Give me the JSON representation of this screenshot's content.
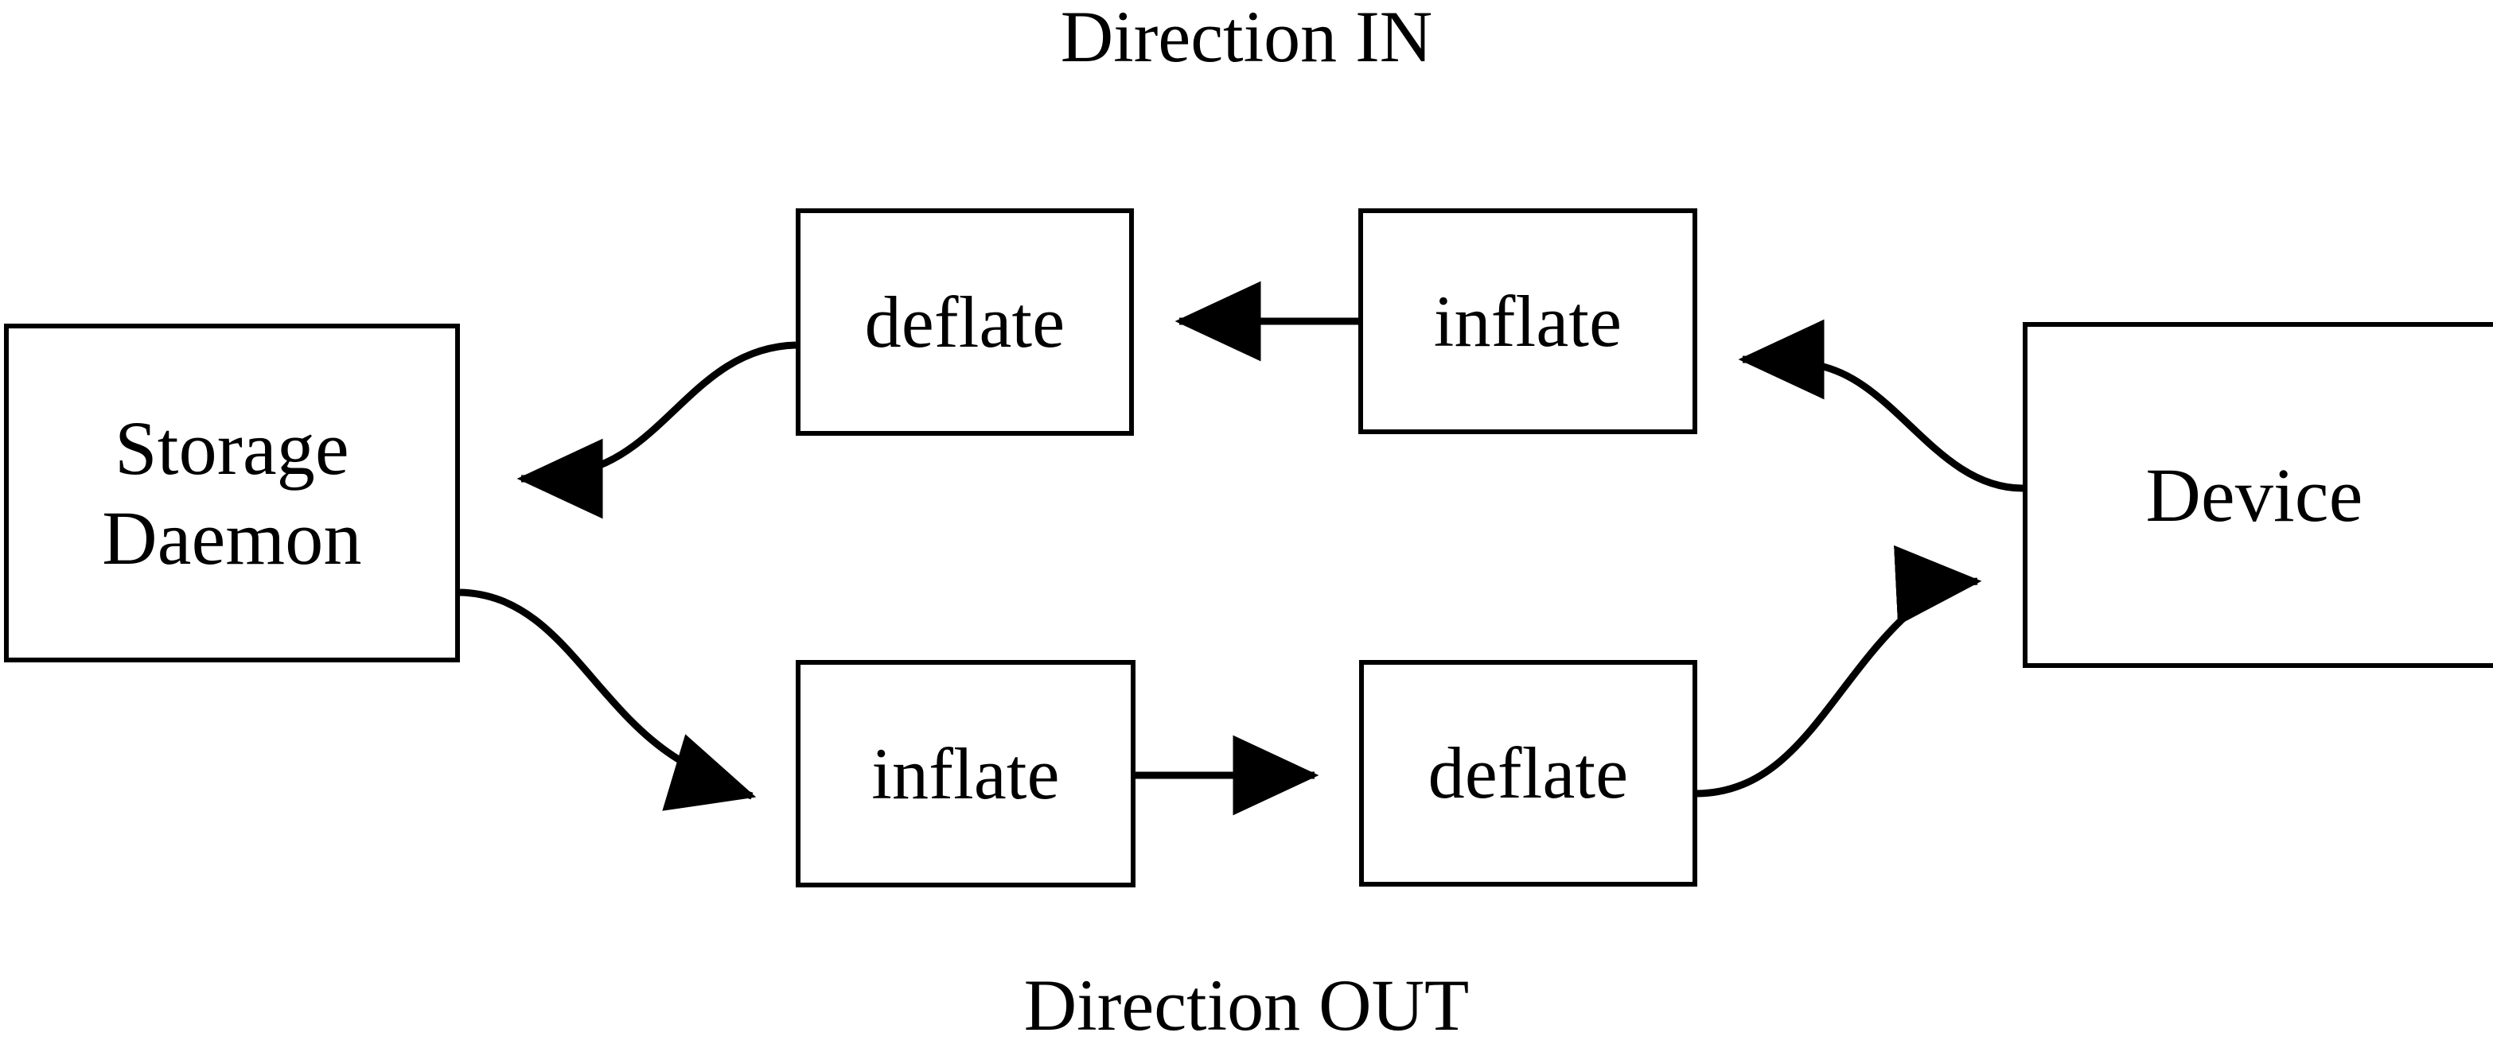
{
  "diagram": {
    "title_top": "Direction IN",
    "title_bottom": "Direction OUT",
    "background_color": "#ffffff",
    "stroke_color": "#000000",
    "nodes": {
      "storage_daemon": {
        "label": "Storage\nDaemon"
      },
      "deflate_in": {
        "label": "deflate"
      },
      "inflate_in": {
        "label": "inflate"
      },
      "device": {
        "label": "Device"
      },
      "inflate_out": {
        "label": "inflate"
      },
      "deflate_out": {
        "label": "deflate"
      }
    },
    "edges": [
      {
        "name": "device-to-inflate-in",
        "from": "device",
        "to": "inflate_in",
        "direction": "right-to-left",
        "style": "curved"
      },
      {
        "name": "inflate-in-to-deflate-in",
        "from": "inflate_in",
        "to": "deflate_in",
        "direction": "right-to-left",
        "style": "straight"
      },
      {
        "name": "deflate-in-to-storage-daemon",
        "from": "deflate_in",
        "to": "storage_daemon",
        "direction": "right-to-left",
        "style": "curved"
      },
      {
        "name": "storage-daemon-to-inflate-out",
        "from": "storage_daemon",
        "to": "inflate_out",
        "direction": "left-to-right",
        "style": "curved"
      },
      {
        "name": "inflate-out-to-deflate-out",
        "from": "inflate_out",
        "to": "deflate_out",
        "direction": "left-to-right",
        "style": "straight"
      },
      {
        "name": "deflate-out-to-device",
        "from": "deflate_out",
        "to": "device",
        "direction": "left-to-right",
        "style": "curved"
      }
    ]
  }
}
